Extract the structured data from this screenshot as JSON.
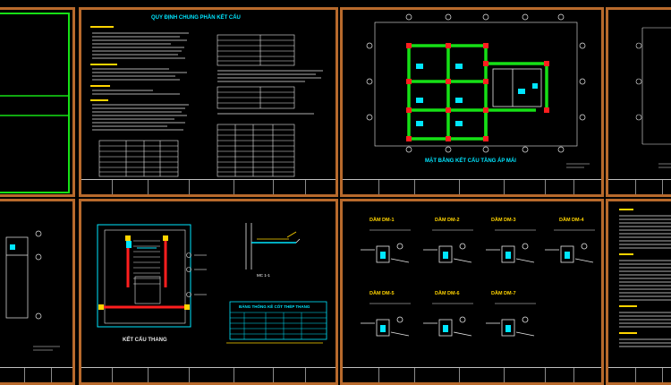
{
  "sheets": {
    "general_notes_title": "QUY ĐỊNH CHUNG PHẦN KẾT CẤU",
    "floor_plan_title": "MẶT BẰNG KẾT CẤU TẦNG ÁP MÁI",
    "stair_title": "KẾT CẤU THANG",
    "rebar_table_title": "BẢNG THỐNG KÊ CỐT THÉP THANG",
    "beam_labels": [
      "DẦM DM-1",
      "DẦM DM-2",
      "DẦM DM-3",
      "DẦM DM-4",
      "DẦM DM-5",
      "DẦM DM-6",
      "DẦM DM-7"
    ],
    "section_label": "MC 1-1"
  },
  "colors": {
    "frame": "#b86a2c",
    "green": "#16e016",
    "cyan": "#00e6ff",
    "yellow": "#ffd400",
    "red": "#ff1e1e",
    "white": "#e8e8e8"
  }
}
